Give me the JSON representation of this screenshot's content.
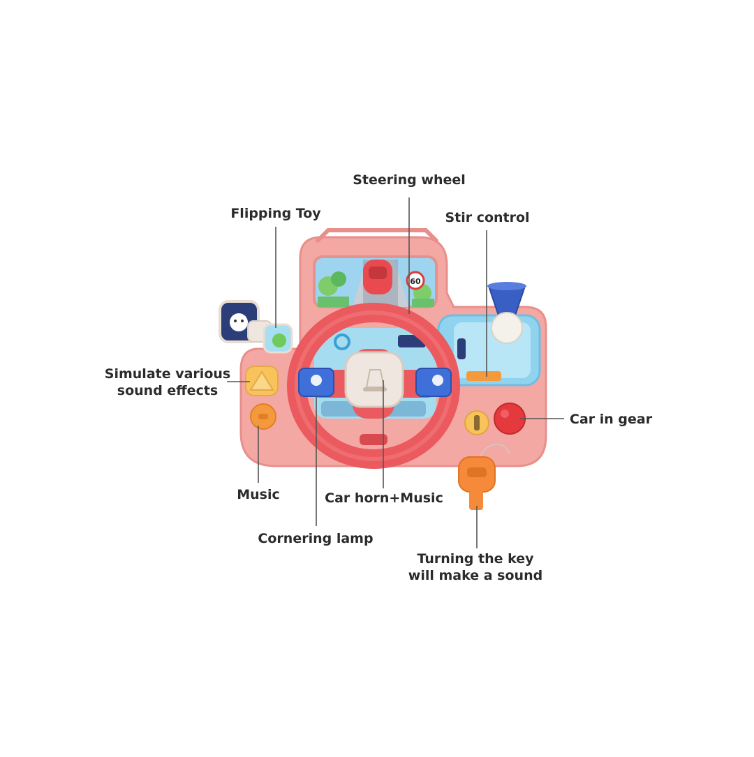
{
  "labels": {
    "steering_wheel": "Steering wheel",
    "flipping_toy": "Flipping Toy",
    "stir_control": "Stir control",
    "sound_effects_line1": "Simulate various",
    "sound_effects_line2": "sound effects",
    "car_in_gear": "Car in gear",
    "music": "Music",
    "car_horn_music": "Car horn+Music",
    "cornering_lamp": "Cornering lamp",
    "turning_key_line1": "Turning the key",
    "turning_key_line2": "will make a sound"
  },
  "speed_sign": "60",
  "colors": {
    "body_pink": "#f4a8a4",
    "body_pink_dark": "#e88f8b",
    "wheel_red": "#ea5a5e",
    "hub_cream": "#efe7df",
    "lamp_blue": "#3f6fd9",
    "button_orange": "#f59a3c",
    "button_yellow": "#f7c35a",
    "gear_red": "#e43a3e",
    "key_orange": "#f58a3a",
    "screen_blue": "#8fd3ef",
    "shaker_blue": "#3a5fc4",
    "leader_line": "#555555"
  }
}
